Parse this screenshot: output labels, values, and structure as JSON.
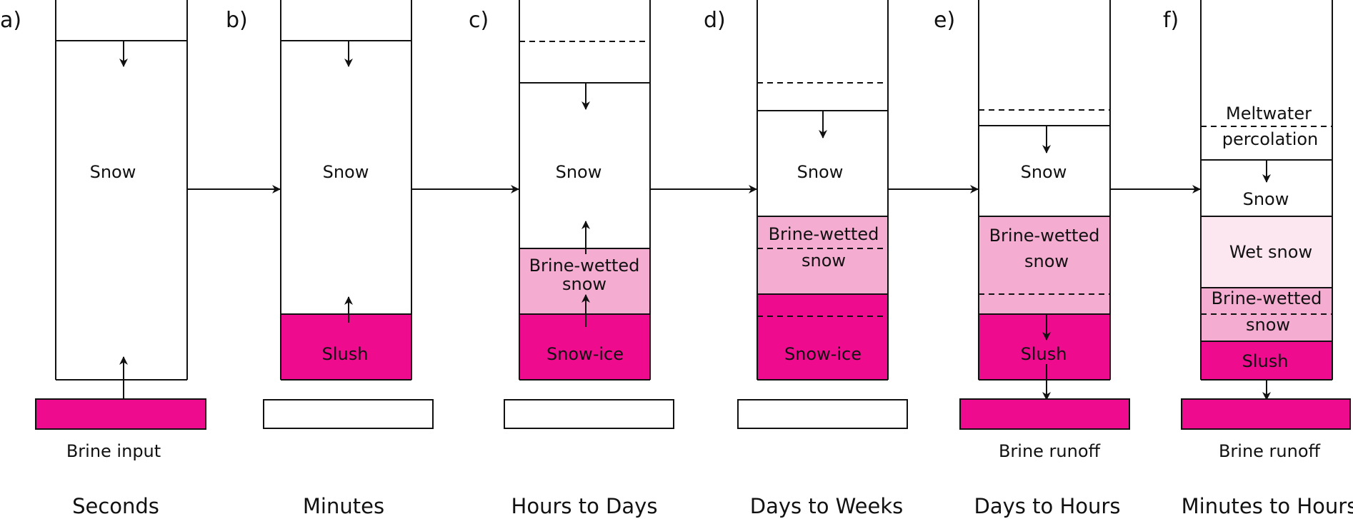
{
  "colors": {
    "brine_dark": "#ee0b8e",
    "brine_light": "#f4acd0",
    "wet_snow": "#fce7f1",
    "snow": "#ffffff",
    "line": "#111111"
  },
  "panels": [
    {
      "letter": "a)",
      "layers": [
        {
          "kind": "snow",
          "label": "Snow"
        }
      ],
      "base": {
        "fill": "brine",
        "label": "Brine input"
      },
      "time": "Seconds"
    },
    {
      "letter": "b)",
      "layers": [
        {
          "kind": "snow",
          "label": "Snow"
        },
        {
          "kind": "slush",
          "label": "Slush"
        }
      ],
      "base": {
        "fill": "empty",
        "label": ""
      },
      "time": "Minutes"
    },
    {
      "letter": "c)",
      "layers": [
        {
          "kind": "snow",
          "label": "Snow"
        },
        {
          "kind": "brine-wetted",
          "label_line1": "Brine-wetted",
          "label_line2": "snow"
        },
        {
          "kind": "snow-ice",
          "label": "Snow-ice"
        }
      ],
      "base": {
        "fill": "empty",
        "label": ""
      },
      "time": "Hours to Days"
    },
    {
      "letter": "d)",
      "layers": [
        {
          "kind": "snow",
          "label": "Snow"
        },
        {
          "kind": "brine-wetted",
          "label_line1": "Brine-wetted",
          "label_line2": "snow"
        },
        {
          "kind": "snow-ice",
          "label": "Snow-ice"
        }
      ],
      "base": {
        "fill": "empty",
        "label": ""
      },
      "time": "Days to Weeks"
    },
    {
      "letter": "e)",
      "layers": [
        {
          "kind": "snow",
          "label": "Snow"
        },
        {
          "kind": "brine-wetted",
          "label_line1": "Brine-wetted",
          "label_line2": "snow"
        },
        {
          "kind": "slush",
          "label": "Slush"
        }
      ],
      "base": {
        "fill": "brine",
        "label": "Brine runoff"
      },
      "time": "Days to Hours"
    },
    {
      "letter": "f)",
      "layers": [
        {
          "kind": "meltwater",
          "label_line1": "Meltwater",
          "label_line2": "percolation"
        },
        {
          "kind": "snow",
          "label": "Snow"
        },
        {
          "kind": "wet-snow",
          "label": "Wet snow"
        },
        {
          "kind": "brine-wetted",
          "label_line1": "Brine-wetted",
          "label_line2": "snow"
        },
        {
          "kind": "slush",
          "label": "Slush"
        }
      ],
      "base": {
        "fill": "brine",
        "label": "Brine runoff"
      },
      "time": "Minutes to Hours"
    }
  ]
}
